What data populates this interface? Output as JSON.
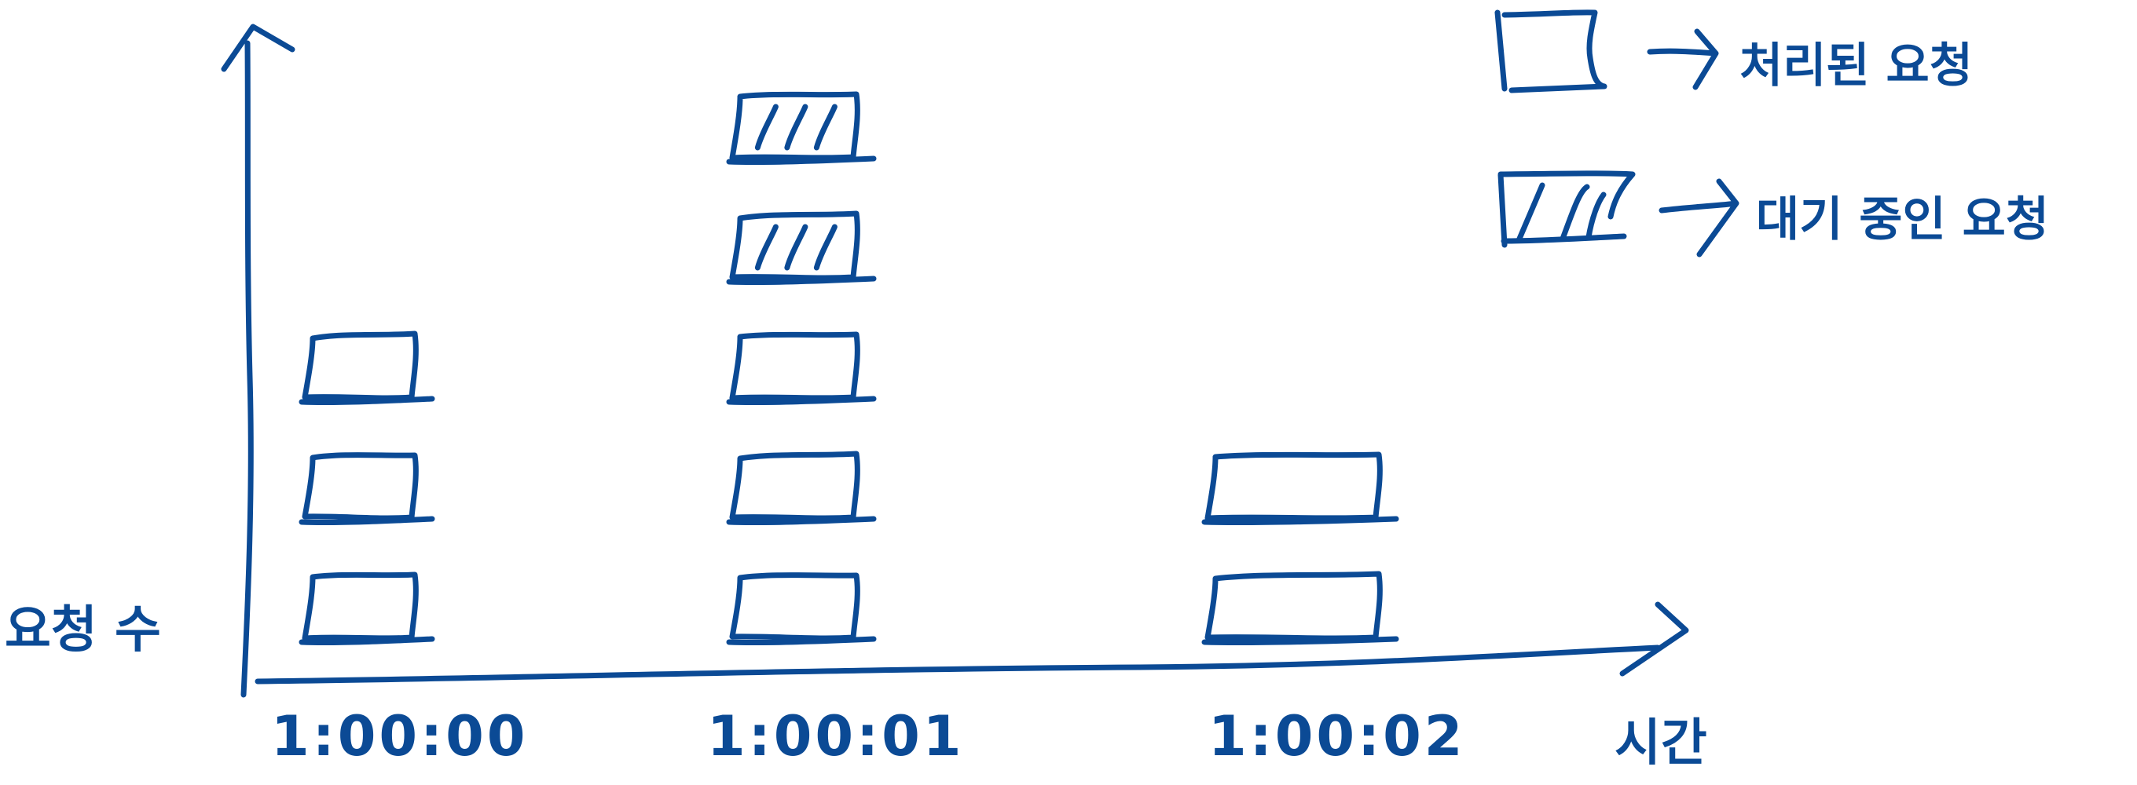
{
  "chart_data": {
    "type": "bar",
    "title": "",
    "xlabel": "시간",
    "ylabel": "요청 수",
    "categories": [
      "1:00:00",
      "1:00:01",
      "1:00:02"
    ],
    "stacked": true,
    "series": [
      {
        "name": "처리된 요청",
        "values": [
          3,
          3,
          2
        ]
      },
      {
        "name": "대기 중인 요청",
        "values": [
          0,
          2,
          0
        ]
      }
    ],
    "ylim": [
      0,
      5
    ],
    "grid": false,
    "legend_position": "top-right"
  },
  "colors": {
    "ink": "#0b4a95",
    "background": "#ffffff"
  }
}
